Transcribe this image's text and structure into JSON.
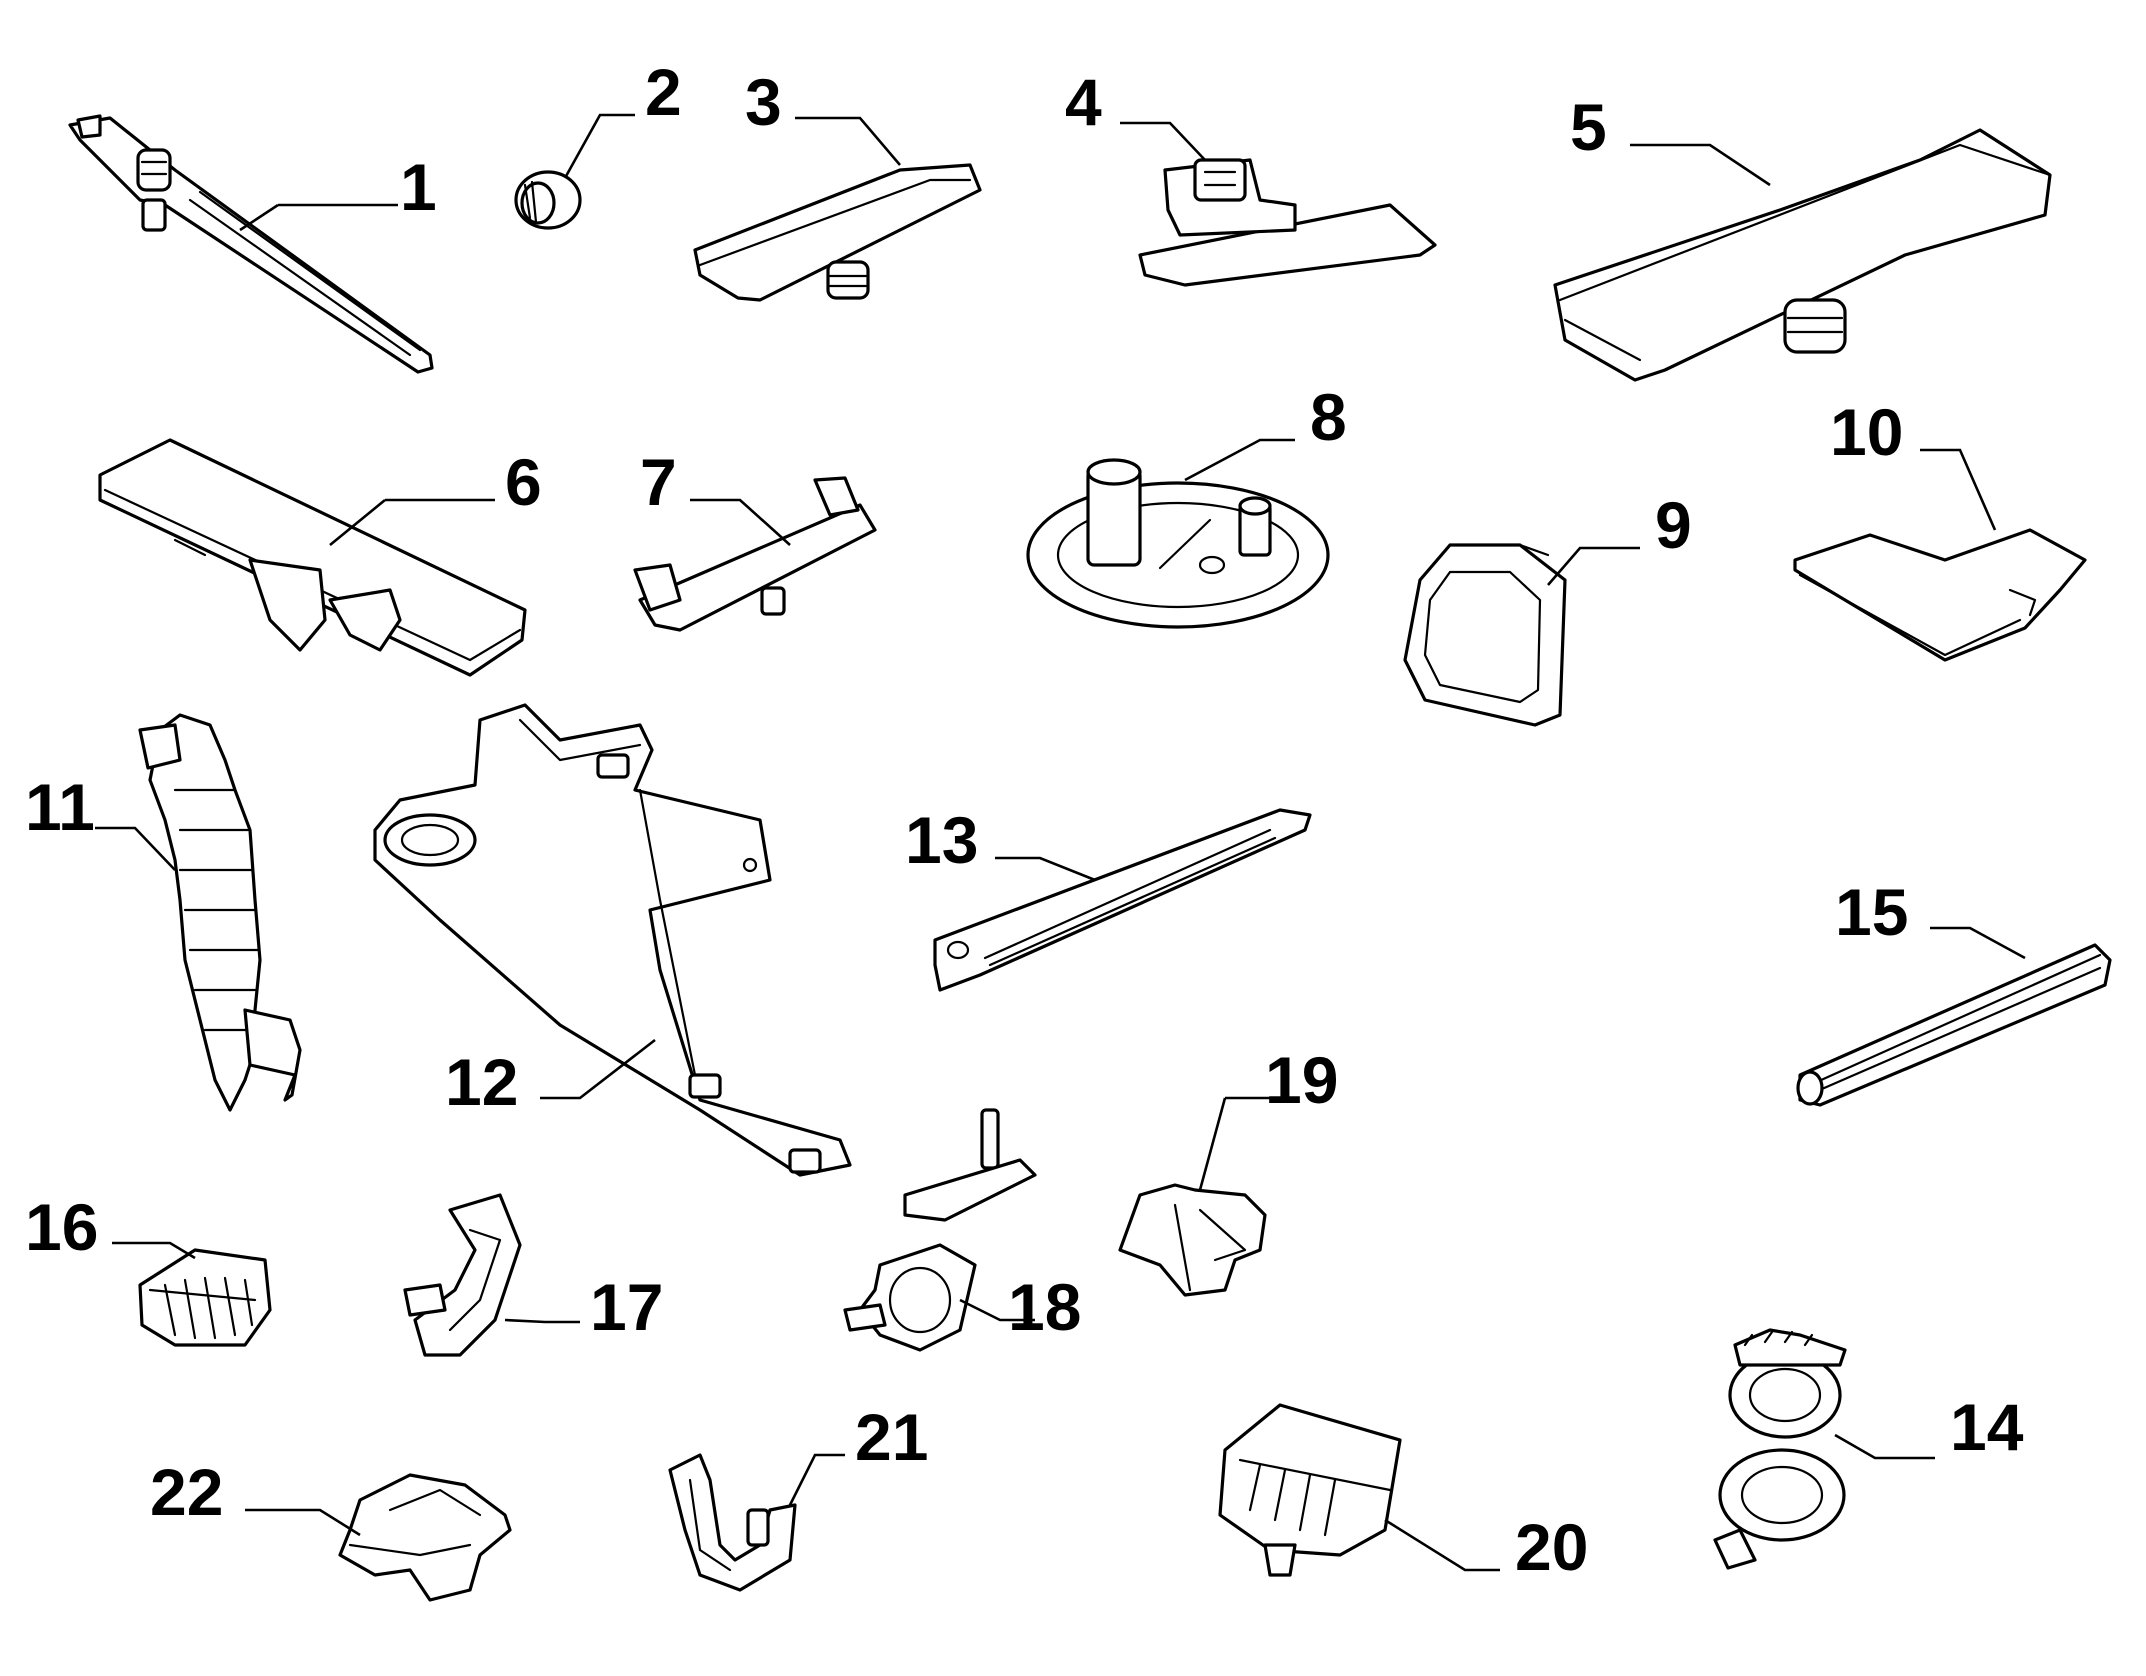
{
  "figure": {
    "callouts": [
      "1",
      "2",
      "3",
      "4",
      "5",
      "6",
      "7",
      "8",
      "9",
      "10",
      "11",
      "12",
      "13",
      "14",
      "15",
      "16",
      "17",
      "18",
      "19",
      "20",
      "21",
      "22"
    ]
  },
  "colors": {
    "line": "#000000",
    "background": "#ffffff"
  }
}
